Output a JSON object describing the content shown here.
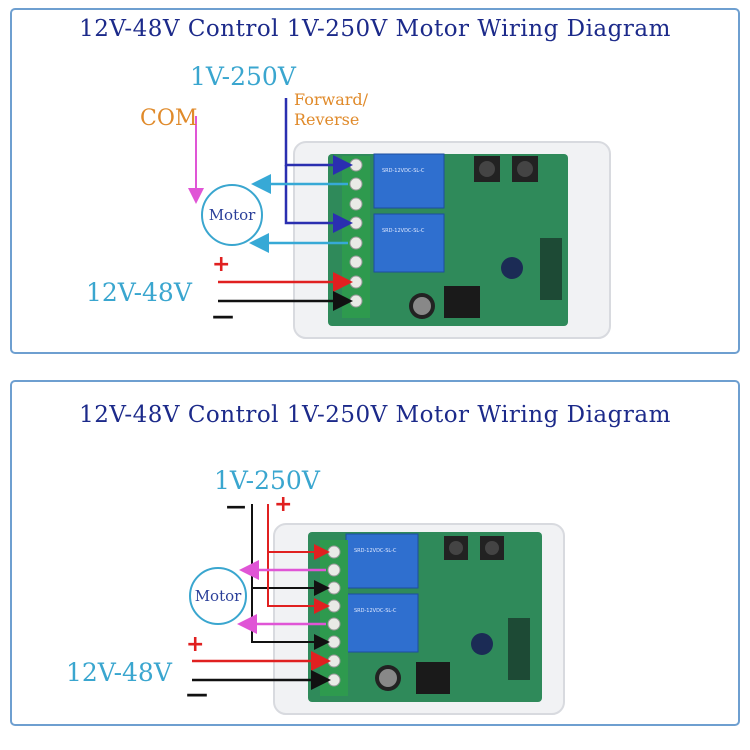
{
  "panels": [
    {
      "title": "12V-48V Control 1V-250V Motor Wiring Diagram",
      "load_voltage": "1V-250V",
      "com_label": "COM",
      "direction_label_line1": "Forward/",
      "direction_label_line2": "Reverse",
      "motor_label": "Motor",
      "control_voltage": "12V-48V",
      "plus": "+",
      "minus": "—"
    },
    {
      "title": "12V-48V Control 1V-250V Motor Wiring Diagram",
      "load_voltage": "1V-250V",
      "minus_top": "—",
      "plus_top": "+",
      "motor_label": "Motor",
      "control_voltage": "12V-48V",
      "plus": "+",
      "minus": "—"
    }
  ],
  "colors": {
    "title": "#1c2a8a",
    "voltage_label": "#3aa6cf",
    "com_wire": "#e055d6",
    "direction_wire": "#2a2fb0",
    "motor_wire": "#37a9d6",
    "positive_wire": "#e02020",
    "negative_wire": "#111111",
    "panel_border": "#6e9fd0",
    "pcb": "#2f8a5a",
    "relay": "#2f6fcf",
    "terminal_block": "#2e9a4e"
  }
}
